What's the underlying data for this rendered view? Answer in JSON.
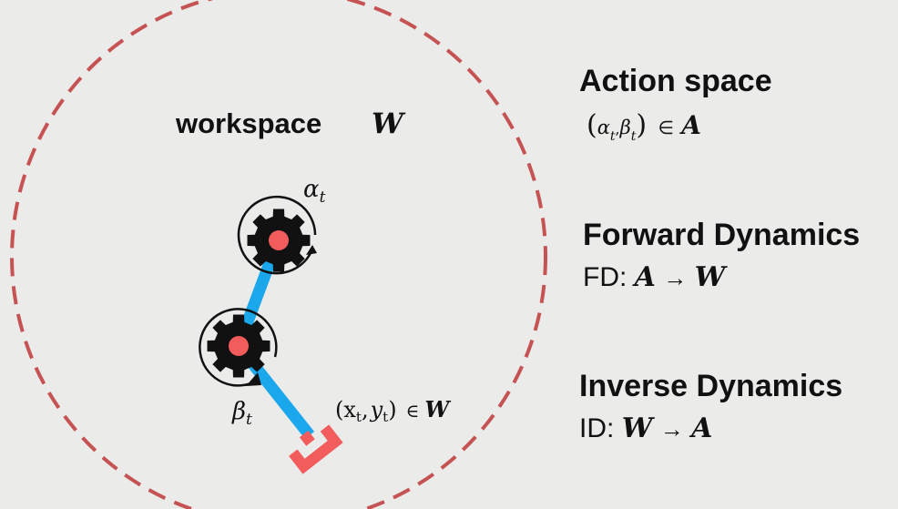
{
  "colors": {
    "background": "#ebebea",
    "dashed_circle": "#c65353",
    "arm": "#1aa7ec",
    "gear": "#111111",
    "gear_center": "#f25c5c",
    "gripper": "#f25c5c",
    "text": "#111111"
  },
  "diagram": {
    "workspace_label": "workspace",
    "workspace_symbol": "W",
    "alpha_label": "α",
    "alpha_sub": "t",
    "beta_label": "β",
    "beta_sub": "t",
    "end_effector": {
      "open_paren": "(",
      "x": "x",
      "x_sub": "t",
      "comma": ",",
      "y": "y",
      "y_sub": "t",
      "close_paren": ")",
      "member": "∈",
      "set": "W"
    }
  },
  "panel": {
    "action_space": {
      "heading": "Action space",
      "open_paren": "(",
      "alpha": "α",
      "alpha_sub": "t",
      "comma": ",",
      "beta": "β",
      "beta_sub": "t",
      "close_paren": ")",
      "member": "∈",
      "set": "A"
    },
    "forward_dynamics": {
      "heading": "Forward Dynamics",
      "prefix": "FD:",
      "from": "A",
      "arrow": "→",
      "to": "W"
    },
    "inverse_dynamics": {
      "heading": "Inverse Dynamics",
      "prefix": "ID:",
      "from": "W",
      "arrow": "→",
      "to": "A"
    }
  }
}
